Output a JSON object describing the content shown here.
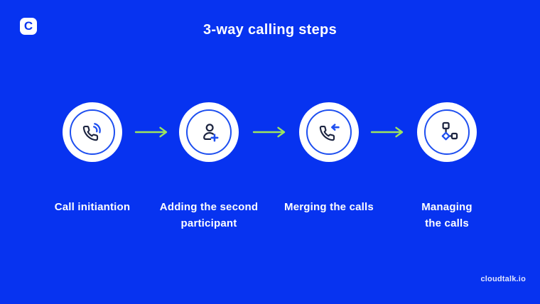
{
  "header": {
    "title": "3-way calling steps"
  },
  "brand": {
    "logo_letter": "C",
    "footer": "cloudtalk.io"
  },
  "steps": [
    {
      "label": "Call initiantion",
      "icon": "phone-ringing-icon"
    },
    {
      "label": "Adding the second\nparticipant",
      "icon": "add-person-icon"
    },
    {
      "label": "Merging the calls",
      "icon": "phone-incoming-icon"
    },
    {
      "label": "Managing\nthe calls",
      "icon": "workflow-nodes-icon"
    }
  ],
  "colors": {
    "background": "#0733F0",
    "accent_blue": "#1E4FF0",
    "icon_dark": "#1C2440",
    "arrow_green": "#9DE55F",
    "white": "#FFFFFF"
  }
}
